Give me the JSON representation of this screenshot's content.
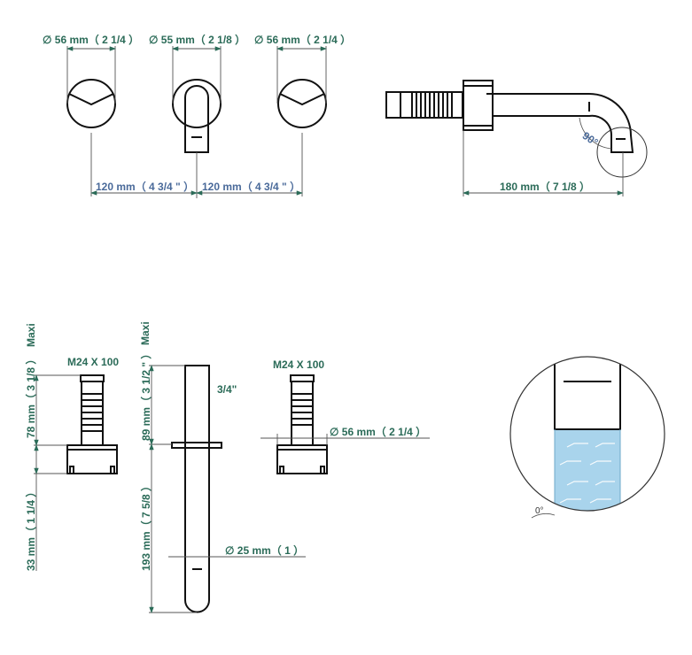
{
  "front_view": {
    "left_knob_diameter": "∅  56 mm（ 2 1/4 ）",
    "spout_flange_diameter": "∅  55 mm（ 2 1/8 ）",
    "right_knob_diameter": "∅  56 mm（ 2 1/4 ）",
    "spacing_left": "120 mm（ 4 3/4 \" ）",
    "spacing_right": "120 mm（ 4 3/4 \" ）"
  },
  "side_view": {
    "spout_length": "180 mm（ 7 1/8 ）",
    "angle": "90°"
  },
  "valve_left": {
    "maxi": "Maxi",
    "thread": "M24 X 100",
    "depth_78": "78 mm（ 3 1/8 ）",
    "depth_33": "33 mm（ 1 1/4 ）"
  },
  "pipe": {
    "maxi": "Maxi",
    "depth_89": "89 mm（ 3 1/2 \" ）",
    "length_193": "193 mm（ 7 5/8 ）",
    "connection": "3/4\"",
    "diameter": "∅  25 mm（ 1 ）"
  },
  "valve_right": {
    "thread": "M24 X 100",
    "diameter": "∅  56 mm（ 2 1/4 ）"
  },
  "detail": {
    "angle": "0°",
    "water_color": "#a9d4ec"
  }
}
